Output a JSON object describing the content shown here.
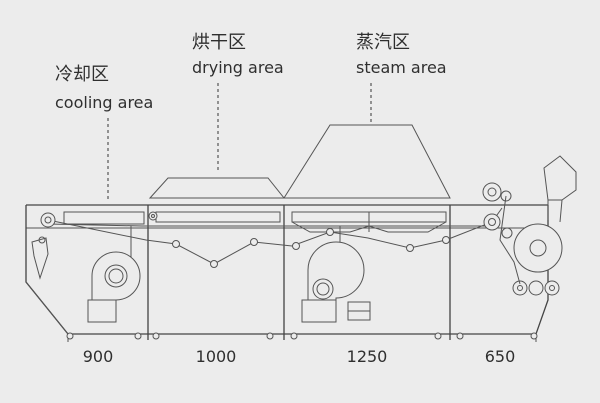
{
  "labels": {
    "cooling": {
      "zh": "冷却区",
      "en": "cooling area"
    },
    "drying": {
      "zh": "烘干区",
      "en": "drying area"
    },
    "steam": {
      "zh": "蒸汽区",
      "en": "steam area"
    }
  },
  "dimensions": {
    "cooling": "900",
    "drying": "1000",
    "steam": "1250",
    "exit": "650"
  },
  "colors": {
    "background": "#ececec",
    "line": "#555555",
    "text": "#2f2f2f"
  }
}
